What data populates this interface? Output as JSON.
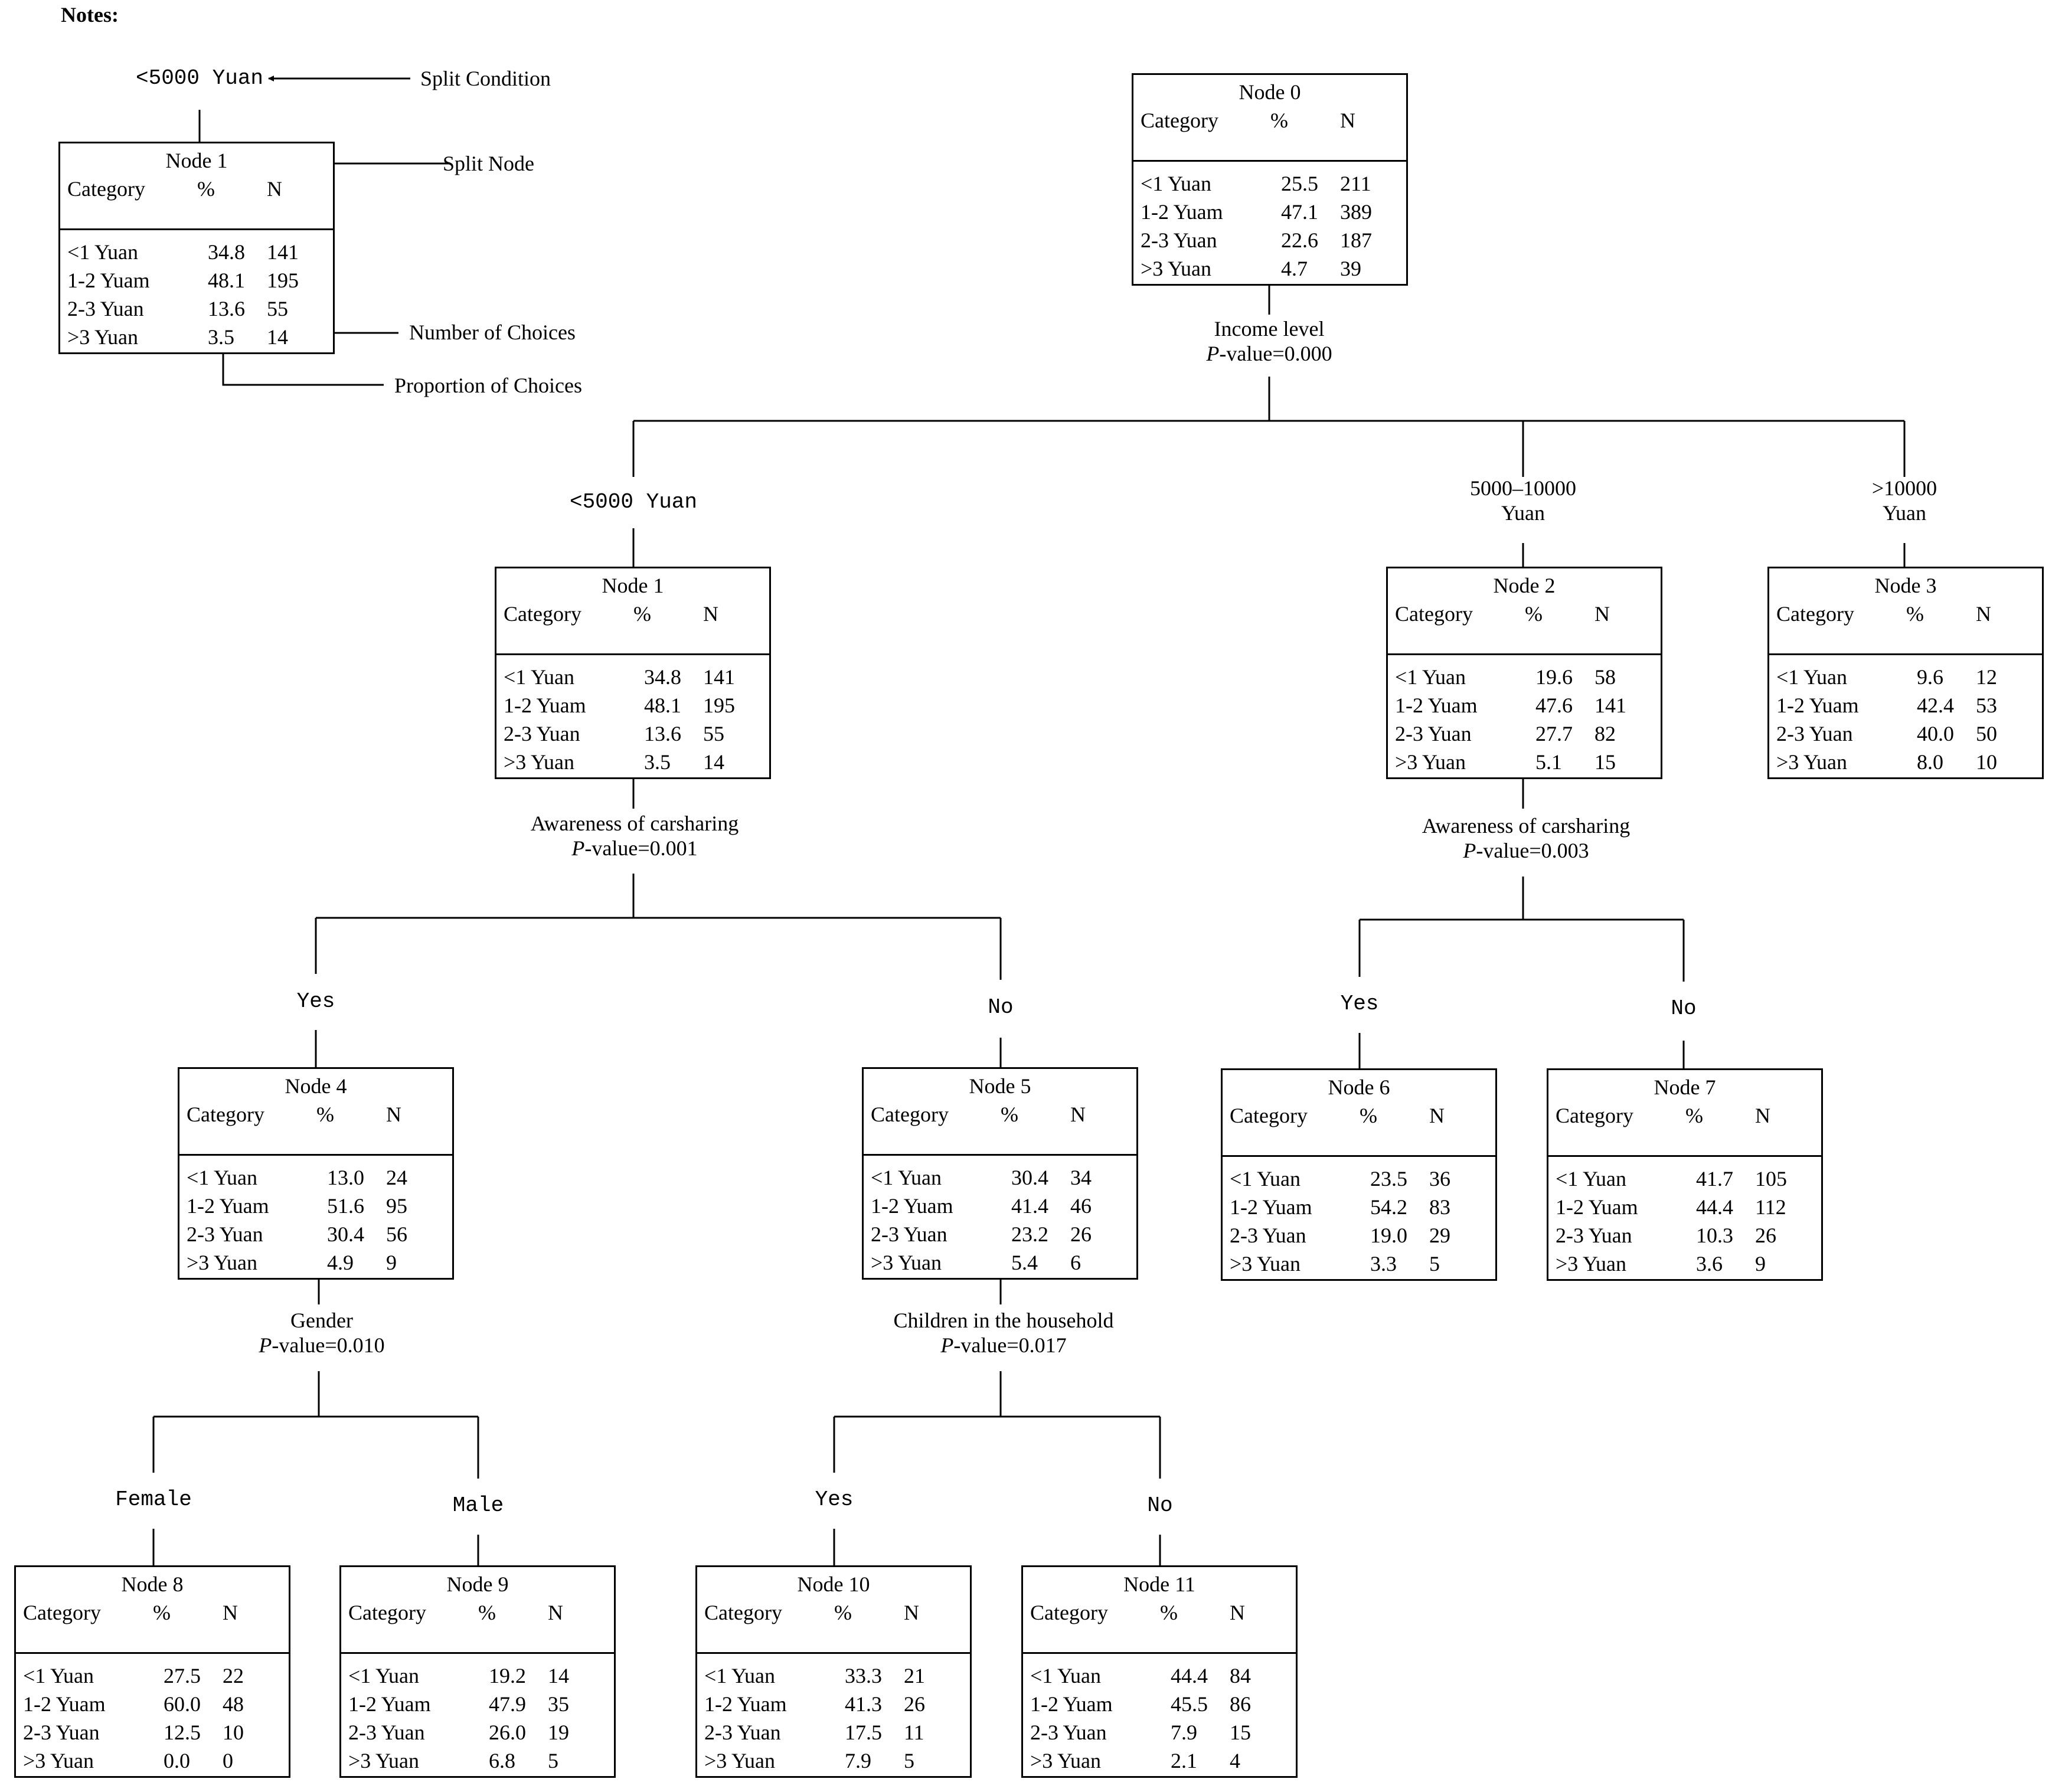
{
  "notes": {
    "title": "Notes:",
    "split_condition_value": "<5000 Yuan",
    "split_condition_label": "Split Condition",
    "split_node_label": "Split Node",
    "number_label": "Number of Choices",
    "proportion_label": "Proportion of Choices"
  },
  "headers": {
    "category": "Category",
    "pct": "%",
    "n": "N"
  },
  "nodes": {
    "legend": {
      "title": "Node 1",
      "rows": [
        [
          "<1  Yuan",
          "34.8",
          "141"
        ],
        [
          "1-2 Yuam",
          "48.1",
          "195"
        ],
        [
          "2-3 Yuan",
          "13.6",
          "55"
        ],
        [
          ">3  Yuan",
          "3.5",
          "14"
        ]
      ]
    },
    "n0": {
      "title": "Node 0",
      "rows": [
        [
          "<1  Yuan",
          "25.5",
          "211"
        ],
        [
          "1-2 Yuam",
          "47.1",
          "389"
        ],
        [
          "2-3 Yuan",
          "22.6",
          "187"
        ],
        [
          ">3  Yuan",
          "4.7",
          "39"
        ]
      ]
    },
    "n1": {
      "title": "Node 1",
      "rows": [
        [
          "<1  Yuan",
          "34.8",
          "141"
        ],
        [
          "1-2 Yuam",
          "48.1",
          "195"
        ],
        [
          "2-3 Yuan",
          "13.6",
          "55"
        ],
        [
          ">3  Yuan",
          "3.5",
          "14"
        ]
      ]
    },
    "n2": {
      "title": "Node 2",
      "rows": [
        [
          "<1  Yuan",
          "19.6",
          "58"
        ],
        [
          "1-2 Yuam",
          "47.6",
          "141"
        ],
        [
          "2-3 Yuan",
          "27.7",
          "82"
        ],
        [
          ">3  Yuan",
          "5.1",
          "15"
        ]
      ]
    },
    "n3": {
      "title": "Node 3",
      "rows": [
        [
          "<1  Yuan",
          "9.6",
          "12"
        ],
        [
          "1-2 Yuam",
          "42.4",
          "53"
        ],
        [
          "2-3 Yuan",
          "40.0",
          "50"
        ],
        [
          ">3  Yuan",
          "8.0",
          "10"
        ]
      ]
    },
    "n4": {
      "title": "Node 4",
      "rows": [
        [
          "<1  Yuan",
          "13.0",
          "24"
        ],
        [
          "1-2 Yuam",
          "51.6",
          "95"
        ],
        [
          "2-3 Yuan",
          "30.4",
          "56"
        ],
        [
          ">3  Yuan",
          "4.9",
          "9"
        ]
      ]
    },
    "n5": {
      "title": "Node 5",
      "rows": [
        [
          "<1  Yuan",
          "30.4",
          "34"
        ],
        [
          "1-2 Yuam",
          "41.4",
          "46"
        ],
        [
          "2-3 Yuan",
          "23.2",
          "26"
        ],
        [
          ">3  Yuan",
          "5.4",
          "6"
        ]
      ]
    },
    "n6": {
      "title": "Node 6",
      "rows": [
        [
          "<1  Yuan",
          "23.5",
          "36"
        ],
        [
          "1-2 Yuam",
          "54.2",
          "83"
        ],
        [
          "2-3 Yuan",
          "19.0",
          "29"
        ],
        [
          ">3  Yuan",
          "3.3",
          "5"
        ]
      ]
    },
    "n7": {
      "title": "Node 7",
      "rows": [
        [
          "<1  Yuan",
          "41.7",
          "105"
        ],
        [
          "1-2 Yuam",
          "44.4",
          "112"
        ],
        [
          "2-3 Yuan",
          "10.3",
          "26"
        ],
        [
          ">3  Yuan",
          "3.6",
          "9"
        ]
      ]
    },
    "n8": {
      "title": "Node 8",
      "rows": [
        [
          "<1  Yuan",
          "27.5",
          "22"
        ],
        [
          "1-2 Yuam",
          "60.0",
          "48"
        ],
        [
          "2-3 Yuan",
          "12.5",
          "10"
        ],
        [
          ">3  Yuan",
          "0.0",
          "0"
        ]
      ]
    },
    "n9": {
      "title": "Node 9",
      "rows": [
        [
          "<1  Yuan",
          "19.2",
          "14"
        ],
        [
          "1-2 Yuam",
          "47.9",
          "35"
        ],
        [
          "2-3 Yuan",
          "26.0",
          "19"
        ],
        [
          ">3  Yuan",
          "6.8",
          "5"
        ]
      ]
    },
    "n10": {
      "title": "Node 10",
      "rows": [
        [
          "<1  Yuan",
          "33.3",
          "21"
        ],
        [
          "1-2 Yuam",
          "41.3",
          "26"
        ],
        [
          "2-3 Yuan",
          "17.5",
          "11"
        ],
        [
          ">3  Yuan",
          "7.9",
          "5"
        ]
      ]
    },
    "n11": {
      "title": "Node 11",
      "rows": [
        [
          "<1  Yuan",
          "44.4",
          "84"
        ],
        [
          "1-2 Yuam",
          "45.5",
          "86"
        ],
        [
          "2-3 Yuan",
          "7.9",
          "15"
        ],
        [
          ">3  Yuan",
          "2.1",
          "4"
        ]
      ]
    }
  },
  "splits": {
    "s0": {
      "variable": "Income level",
      "p_prefix": "P",
      "p_value": "-value=0.000"
    },
    "s1": {
      "variable": "Awareness of carsharing",
      "p_prefix": "P",
      "p_value": "-value=0.001"
    },
    "s2": {
      "variable": "Awareness of carsharing",
      "p_prefix": "P",
      "p_value": "-value=0.003"
    },
    "s4": {
      "variable": "Gender",
      "p_prefix": "P",
      "p_value": "-value=0.010"
    },
    "s5": {
      "variable": "Children in the household",
      "p_prefix": "P",
      "p_value": "-value=0.017"
    }
  },
  "conditions": {
    "c1": "<5000 Yuan",
    "c2_line1": "5000–10000",
    "c2_line2": "Yuan",
    "c3_line1": ">10000",
    "c3_line2": "Yuan",
    "c4": "Yes",
    "c5": "No",
    "c6": "Yes",
    "c7": "No",
    "c8": "Female",
    "c9": "Male",
    "c10": "Yes",
    "c11": "No"
  }
}
